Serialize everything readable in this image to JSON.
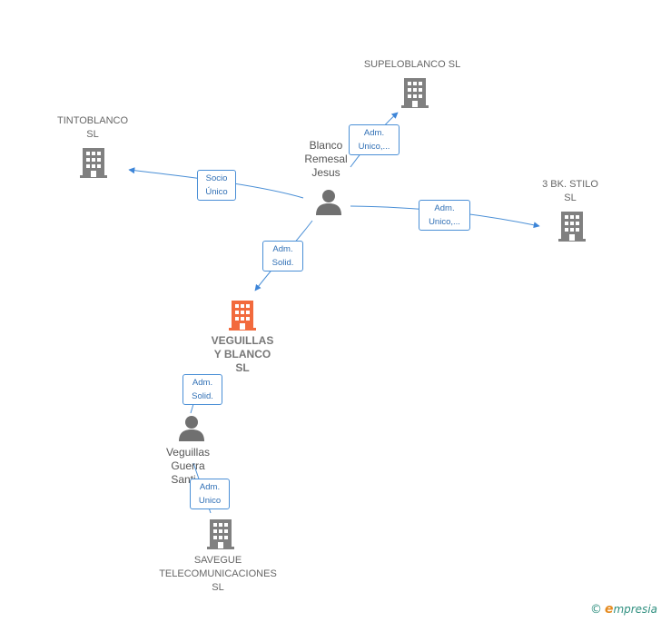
{
  "nodes": {
    "supeloblanco": {
      "label": "SUPELOBLANCO SL"
    },
    "tintoblanco": {
      "label": "TINTOBLANCO\nSL"
    },
    "tres_bk": {
      "label": "3 BK.  STILO\nSL"
    },
    "veguillas_blanco": {
      "label": "VEGUILLAS\nY BLANCO\nSL"
    },
    "savegue": {
      "label": "SAVEGUE\nTELECOMUNICACIONES\nSL"
    },
    "blanco_remesal": {
      "label": "Blanco\nRemesal\nJesus"
    },
    "veguillas_guerra": {
      "label": "Veguillas\nGuerra\nSanti..."
    }
  },
  "edges": {
    "to_supeloblanco": {
      "label": "Adm.\nUnico,..."
    },
    "to_tintoblanco": {
      "label": "Socio\nÚnico"
    },
    "to_tres_bk": {
      "label": "Adm.\nUnico,..."
    },
    "to_veguillas_blanco": {
      "label": "Adm.\nSolid."
    },
    "guerra_to_veguillas_blanco": {
      "label": "Adm.\nSolid."
    },
    "guerra_to_savegue": {
      "label": "Adm.\nUnico"
    }
  },
  "colors": {
    "company_icon": "#808080",
    "main_company_icon": "#f26a3d",
    "person_icon": "#707070",
    "edge": "#4a8fd6"
  },
  "footer": {
    "copyright_symbol": "©",
    "brand_initial": "e",
    "brand_rest": "mpresia"
  }
}
